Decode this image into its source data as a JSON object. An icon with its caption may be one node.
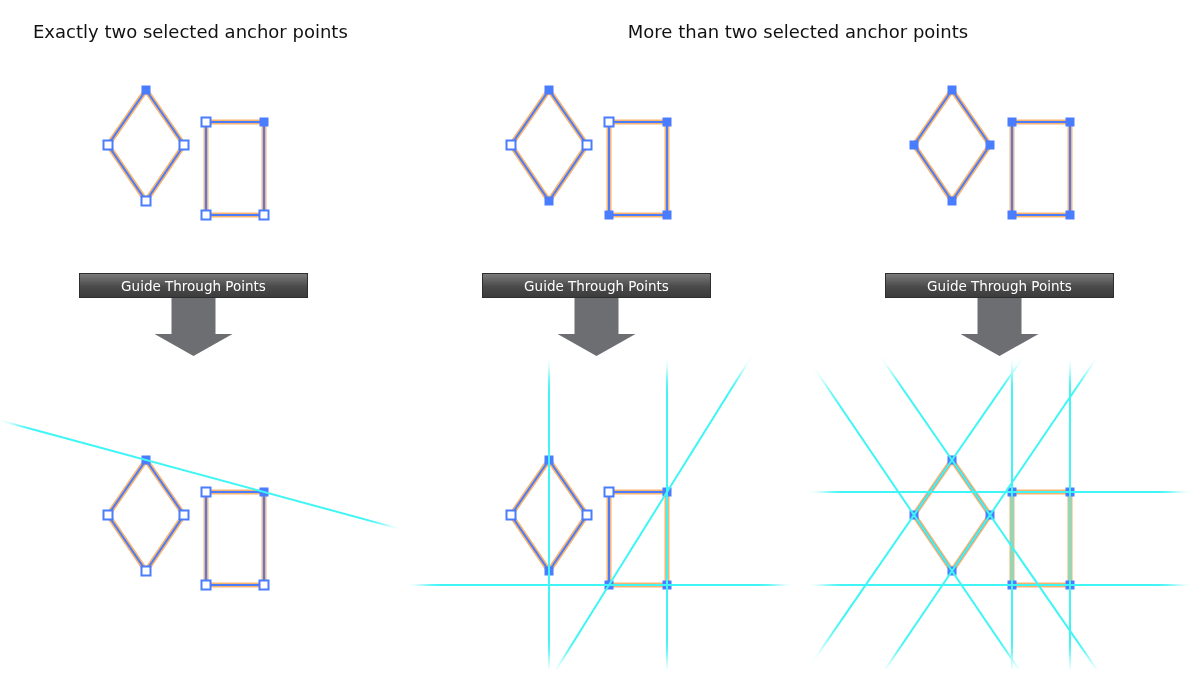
{
  "diagram": {
    "nodes": [
      {
        "text": [
          "Guide Through Points"
        ]
      },
      {
        "text": [
          "Guide Through Points"
        ]
      },
      {
        "text": [
          "Guide Through Points"
        ]
      },
      {
        "text": [],
        "shape": "picture"
      },
      {
        "text": [],
        "shape": "picture"
      },
      {
        "text": [],
        "shape": "picture"
      }
    ],
    "edges": [
      {
        "from": 0,
        "to": 3,
        "arrow": "to"
      },
      {
        "from": 1,
        "to": 4,
        "arrow": "to"
      },
      {
        "from": 2,
        "to": 5,
        "arrow": "to"
      }
    ],
    "labels": [
      "Exactly two selected anchor points",
      "More than two selected anchor points"
    ]
  }
}
